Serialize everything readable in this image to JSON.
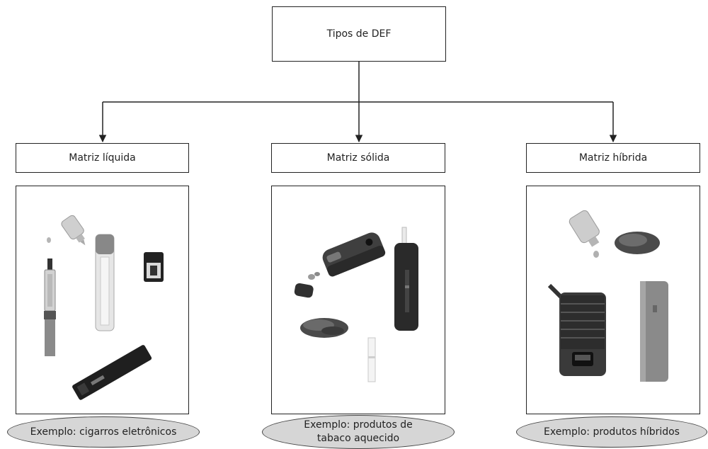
{
  "root": {
    "label": "Tipos de DEF"
  },
  "categories": [
    {
      "label": "Matriz líquida",
      "example": "Exemplo: cigarros eletrônicos"
    },
    {
      "label": "Matriz sólida",
      "example": "Exemplo: produtos de tabaco aquecido"
    },
    {
      "label": "Matriz híbrida",
      "example": "Exemplo: produtos híbridos"
    }
  ]
}
